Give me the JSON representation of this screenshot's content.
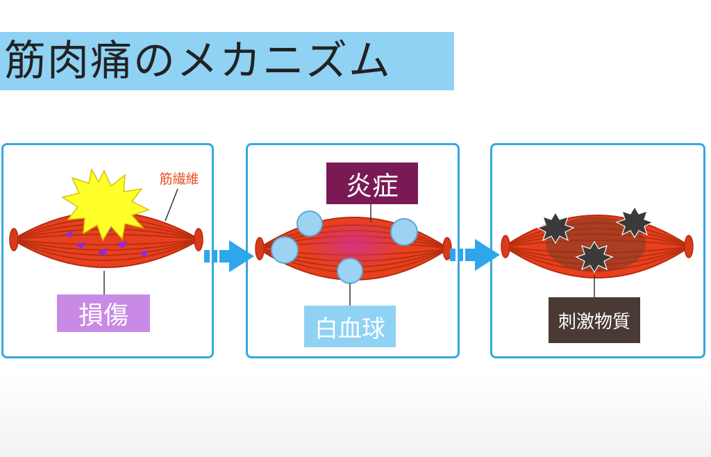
{
  "title": "筋肉痛のメカニズム",
  "panels": [
    {
      "label": "損傷",
      "callout": "筋繊維"
    },
    {
      "label": "白血球",
      "top_label": "炎症"
    },
    {
      "label": "刺激物質"
    }
  ],
  "colors": {
    "title_band": "#8fd2f4",
    "panel_border": "#35a8e0",
    "muscle": "#e8401f",
    "damage_label": "#c98ae6",
    "inflammation_label": "#7a1a55",
    "wbc_label": "#8fd2f4",
    "substance_label": "#4a3a34",
    "arrow": "#2ea6ec"
  }
}
